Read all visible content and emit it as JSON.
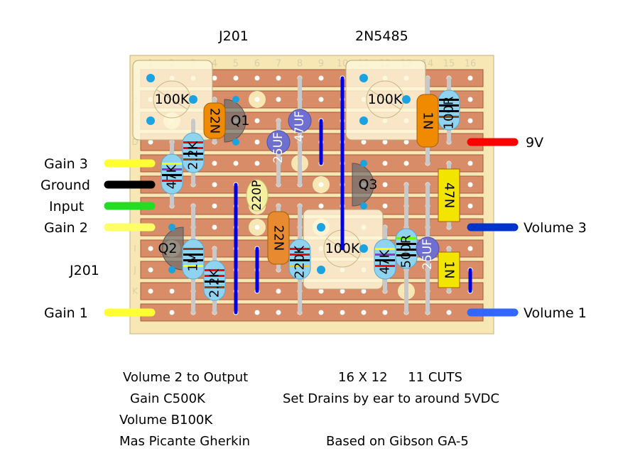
{
  "title_labels": {
    "left_transistor_type": "J201",
    "right_transistor_type": "2N5485",
    "lower_left_transistor_type": "J201"
  },
  "board": {
    "columns": 16,
    "rows": [
      "A",
      "B",
      "C",
      "D",
      "E",
      "F",
      "G",
      "H",
      "I",
      "J",
      "K",
      "L"
    ],
    "column_labels": [
      "1",
      "2",
      "3",
      "4",
      "5",
      "6",
      "7",
      "8",
      "9",
      "10",
      "11",
      "12",
      "13",
      "14",
      "15",
      "16"
    ],
    "colors": {
      "board": "#f7e7b4",
      "strip": "#d98c68",
      "strip_edge": "#a8583a",
      "hole": "#ffffff",
      "cut": "#f7e7b4",
      "pot_body": "#fdf6d8",
      "pot_pin": "#1aa3e0",
      "link": "#0000e6",
      "lead": "#c8c8c8"
    },
    "cuts": [
      [
        "B",
        6
      ],
      [
        "C",
        2
      ],
      [
        "C",
        8
      ],
      [
        "E",
        8
      ],
      [
        "G",
        6
      ],
      [
        "H",
        6
      ],
      [
        "F",
        9
      ],
      [
        "H",
        9
      ],
      [
        "I",
        2
      ],
      [
        "I",
        3
      ],
      [
        "K",
        13
      ]
    ]
  },
  "wires_left": [
    {
      "label": "Gain 3",
      "row": "E",
      "color": "#ffff33"
    },
    {
      "label": "Ground",
      "row": "F",
      "color": "#000000"
    },
    {
      "label": "Input",
      "row": "G",
      "color": "#22dd22"
    },
    {
      "label": "Gain 2",
      "row": "H",
      "color": "#ffff66"
    },
    {
      "label": "Gain 1",
      "row": "L",
      "color": "#ffff33"
    }
  ],
  "wires_right": [
    {
      "label": "9V",
      "row": "D",
      "color": "#ff0000"
    },
    {
      "label": "Volume 3",
      "row": "H",
      "color": "#0033cc"
    },
    {
      "label": "Volume 1",
      "row": "L",
      "color": "#3366ff"
    }
  ],
  "pots": [
    {
      "label": "100K",
      "col": 2,
      "row": "B",
      "pins": [
        [
          "A",
          1
        ],
        [
          "B",
          3
        ],
        [
          "C",
          1
        ]
      ]
    },
    {
      "label": "100K",
      "col": 12,
      "row": "B",
      "pins": [
        [
          "A",
          11
        ],
        [
          "B",
          13
        ],
        [
          "C",
          11
        ]
      ]
    },
    {
      "label": "100K",
      "col": 10,
      "row": "I",
      "pins": [
        [
          "H",
          9
        ],
        [
          "I",
          11
        ],
        [
          "J",
          9
        ]
      ]
    }
  ],
  "transistors": [
    {
      "label": "Q1",
      "col": 5,
      "row": "C",
      "flip": false
    },
    {
      "label": "Q2",
      "col": 2,
      "row": "I",
      "flip": true
    },
    {
      "label": "Q3",
      "col": 11,
      "row": "F",
      "flip": false
    }
  ],
  "links": [
    {
      "col": 9,
      "from": "C",
      "to": "E"
    },
    {
      "col": 10,
      "from": "A",
      "to": "I"
    },
    {
      "col": 5,
      "from": "F",
      "to": "L"
    },
    {
      "col": 6,
      "from": "I",
      "to": "K"
    },
    {
      "col": 16,
      "from": "J",
      "to": "K"
    }
  ],
  "resistors": [
    {
      "label": "2.2K",
      "col": 3,
      "from": "C",
      "to": "F",
      "bands": [
        "#ff0000",
        "#ff0000",
        "#000000",
        "#8b4513"
      ]
    },
    {
      "label": "47K",
      "col": 2,
      "from": "D",
      "to": "G",
      "bands": [
        "#ffff00",
        "#9933cc",
        "#000000",
        "#ff0000"
      ]
    },
    {
      "label": "1M",
      "col": 3,
      "from": "G",
      "to": "L",
      "bands": [
        "#8b4513",
        "#000000",
        "#000000",
        "#ffff00"
      ]
    },
    {
      "label": "2.2K",
      "col": 4,
      "from": "I",
      "to": "L",
      "bands": [
        "#ff0000",
        "#ff0000",
        "#000000",
        "#8b4513"
      ]
    },
    {
      "label": "220K",
      "col": 8,
      "from": "G",
      "to": "L",
      "bands": [
        "#ff0000",
        "#ff0000",
        "#000000",
        "#ffcc00"
      ]
    },
    {
      "label": "47K",
      "col": 12,
      "from": "H",
      "to": "K",
      "bands": [
        "#ffff00",
        "#9933cc",
        "#000000",
        "#ff0000"
      ]
    },
    {
      "label": "500R",
      "col": 13,
      "from": "F",
      "to": "L",
      "bands": [
        "#66ff00",
        "#000000",
        "#000000",
        "#000000"
      ]
    },
    {
      "label": "100R",
      "col": 15,
      "from": "A",
      "to": "D",
      "bands": [
        "#000000",
        "#000000",
        "#000000",
        "#8b4513"
      ]
    }
  ],
  "film_caps": [
    {
      "label": "22N",
      "col": 4,
      "from": "B",
      "to": "D",
      "color": "#f08a00",
      "text_color": "#000000"
    },
    {
      "label": "22N",
      "col": 7,
      "from": "G",
      "to": "J",
      "color": "#e88a30",
      "text_color": "#000000"
    },
    {
      "label": "1N",
      "col": 14,
      "from": "A",
      "to": "E",
      "color": "#f08a00",
      "text_color": "#000000"
    },
    {
      "label": "47N",
      "col": 15,
      "from": "E",
      "to": "H",
      "color": "#f2e600",
      "text_color": "#000000"
    },
    {
      "label": "1N",
      "col": 15,
      "from": "I",
      "to": "K",
      "color": "#f2e600",
      "text_color": "#000000"
    }
  ],
  "ceramic_caps": [
    {
      "label": "220P",
      "col": 6,
      "from": "F",
      "to": "G"
    }
  ],
  "electrolytics": [
    {
      "label": "25UF",
      "col": 7,
      "from": "C",
      "to": "F",
      "body_row": "D"
    },
    {
      "label": "47UF",
      "col": 8,
      "from": "A",
      "to": "F",
      "body_row": "C"
    },
    {
      "label": "25UF",
      "col": 14,
      "from": "F",
      "to": "L",
      "body_row": "I"
    }
  ],
  "notes": {
    "left": [
      "Volume 2 to Output",
      "Gain C500K",
      "Volume B100K",
      "Mas Picante Gherkin"
    ],
    "right_1": "16 X 12     11 CUTS",
    "right_2": "Set Drains by ear to around 5VDC",
    "right_3": "Based on Gibson GA-5"
  }
}
